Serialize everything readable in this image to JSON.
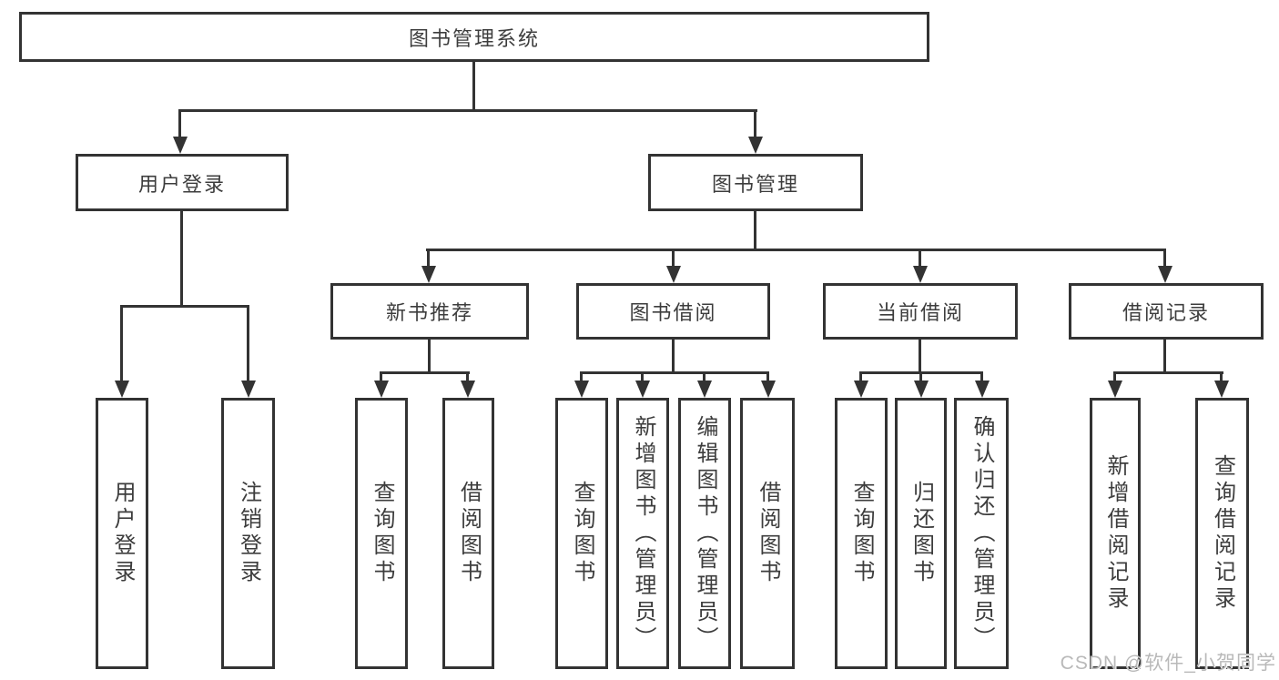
{
  "colors": {
    "line": "#333333",
    "text": "#3d3d3d",
    "background": "#ffffff",
    "watermark": "#b9b9b9"
  },
  "tree": {
    "root": {
      "label": "图书管理系统"
    },
    "level2": [
      {
        "label": "用户登录"
      },
      {
        "label": "图书管理"
      }
    ],
    "level3": [
      {
        "label": "新书推荐"
      },
      {
        "label": "图书借阅"
      },
      {
        "label": "当前借阅"
      },
      {
        "label": "借阅记录"
      }
    ],
    "leaves": {
      "login": [
        "用户登录",
        "注销登录"
      ],
      "new_books": [
        "查询图书",
        "借阅图书"
      ],
      "borrow": [
        "查询图书",
        "新增图书（管理员）",
        "编辑图书（管理员）",
        "借阅图书"
      ],
      "current": [
        "查询图书",
        "归还图书",
        "确认归还（管理员）"
      ],
      "records": [
        "新增借阅记录",
        "查询借阅记录"
      ]
    }
  },
  "watermark": {
    "text": "CSDN @软件_小贺同学"
  }
}
